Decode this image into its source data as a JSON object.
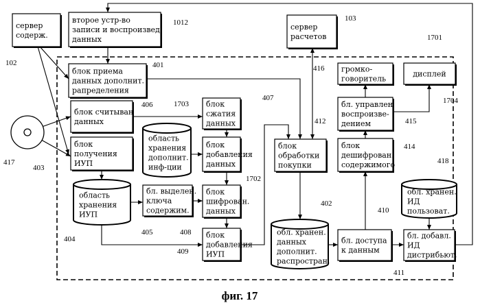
{
  "figure_caption": "фиг. 17",
  "frame_ref": "1701",
  "blocks": [
    {
      "id": "content_server",
      "lines": [
        "сервер",
        "содерж."
      ],
      "ref": "102"
    },
    {
      "id": "second_device",
      "lines": [
        "второе устр-во",
        "записи и воспроизвед",
        "данных"
      ],
      "ref": "1012"
    },
    {
      "id": "receive_block",
      "lines": [
        "блок приема",
        "данных дополнит.",
        "рапределения"
      ],
      "ref": "401"
    },
    {
      "id": "read_block",
      "lines": [
        "блок считыван",
        "данных"
      ],
      "ref": "406"
    },
    {
      "id": "get_iup_block",
      "lines": [
        "блок",
        "получения",
        "ИУП"
      ],
      "ref": "403"
    },
    {
      "id": "compress_block",
      "lines": [
        "блок",
        "сжатия",
        "данных"
      ],
      "ref": "407"
    },
    {
      "id": "add_data_block",
      "lines": [
        "блок",
        "добавления",
        "данных"
      ],
      "ref": "1702"
    },
    {
      "id": "encrypt_block",
      "lines": [
        "блок",
        "шифрован.",
        "данных"
      ],
      "ref": "408"
    },
    {
      "id": "add_iup_block",
      "lines": [
        "блок",
        "добавления",
        "ИУП"
      ],
      "ref": "409"
    },
    {
      "id": "key_extract_block",
      "lines": [
        "бл. выделен.",
        "ключа",
        "содержим."
      ],
      "ref": "405"
    },
    {
      "id": "billing_server",
      "lines": [
        "сервер",
        "расчетов"
      ],
      "ref": "103"
    },
    {
      "id": "purchase_block",
      "lines": [
        "блок",
        "обработки",
        "покупки"
      ],
      "ref": "412"
    },
    {
      "id": "speaker",
      "lines": [
        "громко-",
        "говоритель"
      ],
      "ref": "416"
    },
    {
      "id": "display",
      "lines": [
        "дисплей"
      ],
      "ref": "1704"
    },
    {
      "id": "playback_control",
      "lines": [
        "бл. управлен",
        "воспроизве-",
        "дением"
      ],
      "ref": "415"
    },
    {
      "id": "decrypt_block",
      "lines": [
        "блок",
        "дешифрован.",
        "содержимого"
      ],
      "ref": "414"
    },
    {
      "id": "data_access_block",
      "lines": [
        "бл. доступа",
        "к данным"
      ],
      "ref": "410"
    },
    {
      "id": "add_distributor_id",
      "lines": [
        "бл. добавл.",
        "ИД",
        "дистрибьют."
      ],
      "ref": "411"
    }
  ],
  "storages": [
    {
      "id": "extra_info_storage",
      "lines": [
        "область",
        "хранения",
        "дополнит.",
        "инф-ции"
      ],
      "ref": "1703"
    },
    {
      "id": "iup_storage",
      "lines": [
        "область",
        "хранения",
        "ИУП"
      ],
      "ref": "404"
    },
    {
      "id": "distribution_storage",
      "lines": [
        "обл. хранен.",
        "данных",
        "дополнит.",
        "распростран."
      ],
      "ref": "402"
    },
    {
      "id": "user_id_storage",
      "lines": [
        "обл. хранен.",
        "ИД",
        "пользоват."
      ],
      "ref": "418"
    }
  ],
  "disc": {
    "ref": "417"
  }
}
